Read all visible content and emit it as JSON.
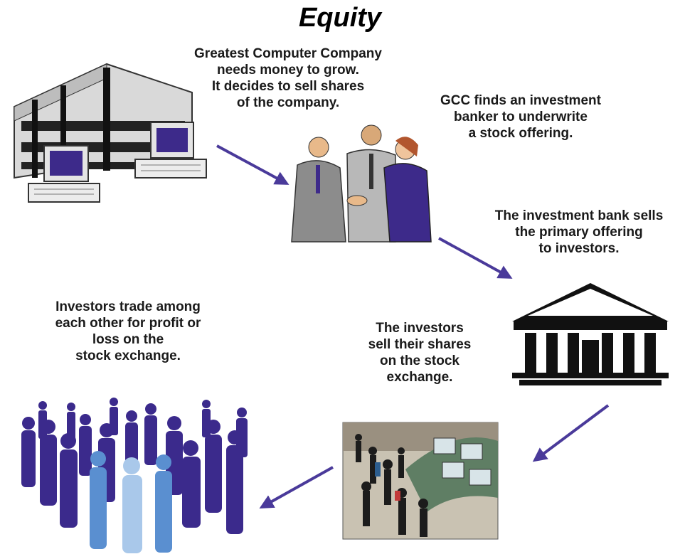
{
  "title": "Equity",
  "steps": [
    {
      "text": "Greatest Computer Company\nneeds money to grow.\nIt decides to sell shares\nof the company."
    },
    {
      "text": "GCC finds an investment\nbanker to underwrite\na stock offering."
    },
    {
      "text": "The investment bank sells\nthe primary offering\nto investors."
    },
    {
      "text": "Investors trade among\neach other for profit or\nloss on the\nstock exchange."
    },
    {
      "text": "The investors\nsell their shares\non the stock\nexchange."
    }
  ],
  "colors": {
    "arrow": "#4a3a9a",
    "crowd_dark": "#3b2a8c",
    "crowd_light": "#8fb8e6",
    "screen": "#3d2a8a"
  },
  "icons": [
    "company-building-icon",
    "handshake-people-icon",
    "bank-icon",
    "stock-exchange-floor-icon",
    "investors-crowd-icon"
  ]
}
